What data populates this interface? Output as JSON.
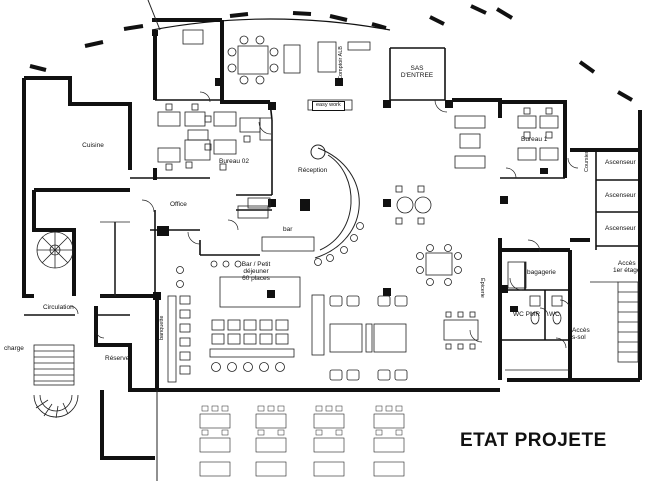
{
  "plan_title": "ETAT PROJETE",
  "rooms": {
    "cuisine": "Cuisine",
    "bureau_02": "Bureau 02",
    "office": "Office",
    "reception": "Réception",
    "bar": "bar",
    "bar_petit_dejeuner": "Bar / Petit\ndéjeuner\n60 places",
    "sas_entree": "SAS\nD'ENTREE",
    "easy_work": "easy work",
    "comptoir": "Comptoir ALB",
    "bureau_1": "Bureau 1",
    "coursier": "Coursier",
    "ascenseur_1": "Ascenseur",
    "ascenseur_2": "Ascenseur",
    "ascenseur_3": "Ascenseur",
    "acces_1er_etage": "Accès\n1er étage",
    "bagagerie": "bagagerie",
    "epicerie": "Épicerie",
    "wc_pmr": "WC PMR",
    "wc": "WC",
    "acces_sous_sol": "Accès\ns-sol",
    "banquette": "banquette",
    "circulation": "Circulation",
    "charge": "charge",
    "reserve": "Réserve"
  },
  "colors": {
    "wall": "#111111",
    "line": "#222222"
  }
}
